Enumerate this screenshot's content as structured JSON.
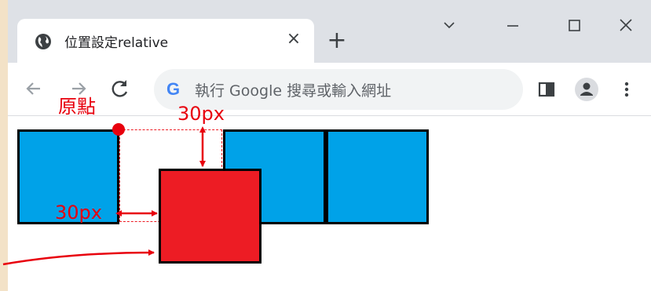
{
  "browser": {
    "tab": {
      "title": "位置設定relative",
      "close_glyph": "×"
    },
    "new_tab_glyph": "+",
    "window_controls": [
      "chevron-down-icon",
      "minimize-icon",
      "maximize-icon",
      "close-icon"
    ],
    "omnibox": {
      "g_logo": "G",
      "placeholder": "執行 Google 搜尋或輸入網址"
    }
  },
  "annotations": {
    "origin_label": "原點",
    "offset_top_label": "30px",
    "offset_left_label": "30px"
  },
  "colors": {
    "box_blue": "#00a2e8",
    "box_red": "#ed1c24",
    "annotation": "#e8000d",
    "tab_strip": "#dee1e6"
  }
}
